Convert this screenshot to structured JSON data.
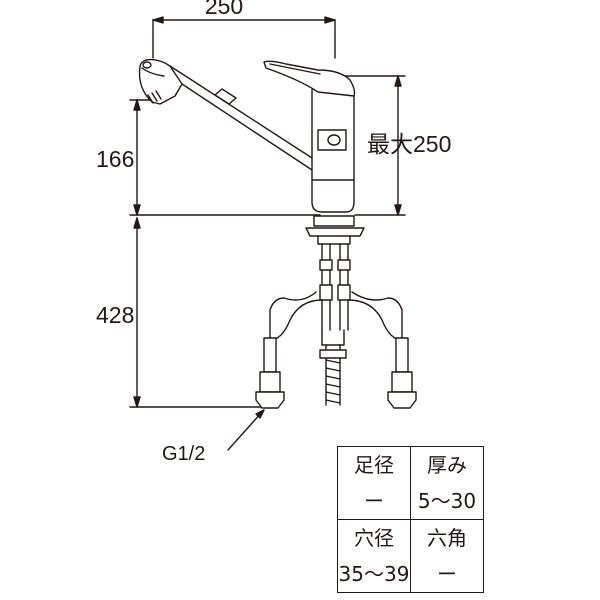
{
  "dimensions": {
    "spout_reach": "250",
    "spout_height": "166",
    "max_height": "最大250",
    "hose_length": "428",
    "thread_size": "G1/2"
  },
  "spec_table": {
    "foot_diameter_label": "足径",
    "foot_diameter_value": "ー",
    "thickness_label": "厚み",
    "thickness_value": "5〜30",
    "hole_diameter_label": "穴径",
    "hole_diameter_value": "35〜39",
    "hex_label": "六角",
    "hex_value": "ー"
  }
}
